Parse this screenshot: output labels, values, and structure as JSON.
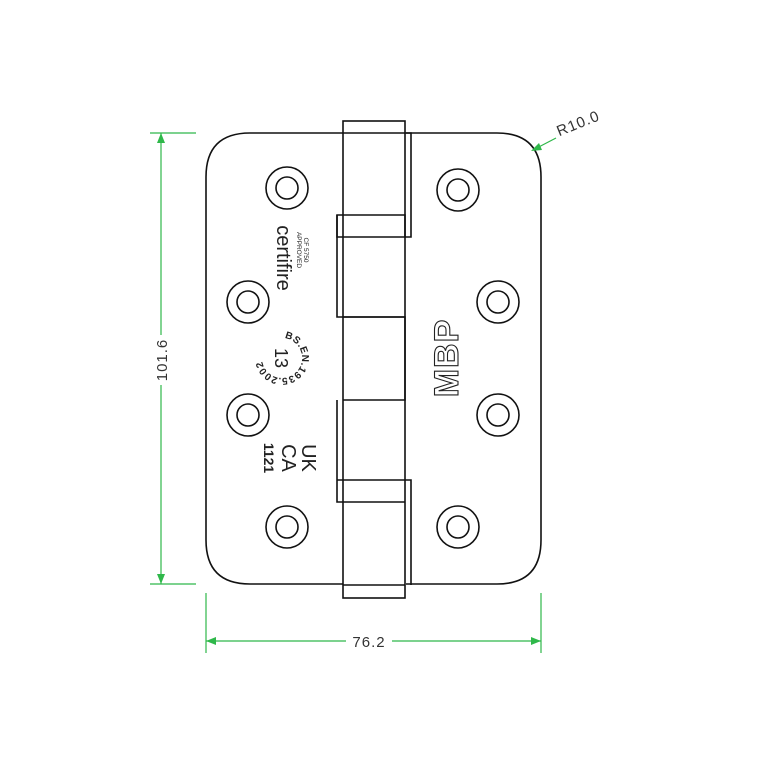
{
  "dimensions": {
    "height": "101.6",
    "width": "76.2",
    "radius": "R10.0"
  },
  "markings": {
    "brand": "certifire",
    "approval_line1": "APPROVED",
    "approval_line2": "CF 5750",
    "standard": "BS.EN.1935.2002",
    "grade": "13",
    "ukca": "UK\nCA",
    "ukca_line1": "UK",
    "ukca_line2": "CA",
    "ukca_number": "1121",
    "maker_logo": "MBP"
  },
  "colors": {
    "outline": "#111111",
    "dimension": "#2fb84a",
    "text": "#333333"
  }
}
